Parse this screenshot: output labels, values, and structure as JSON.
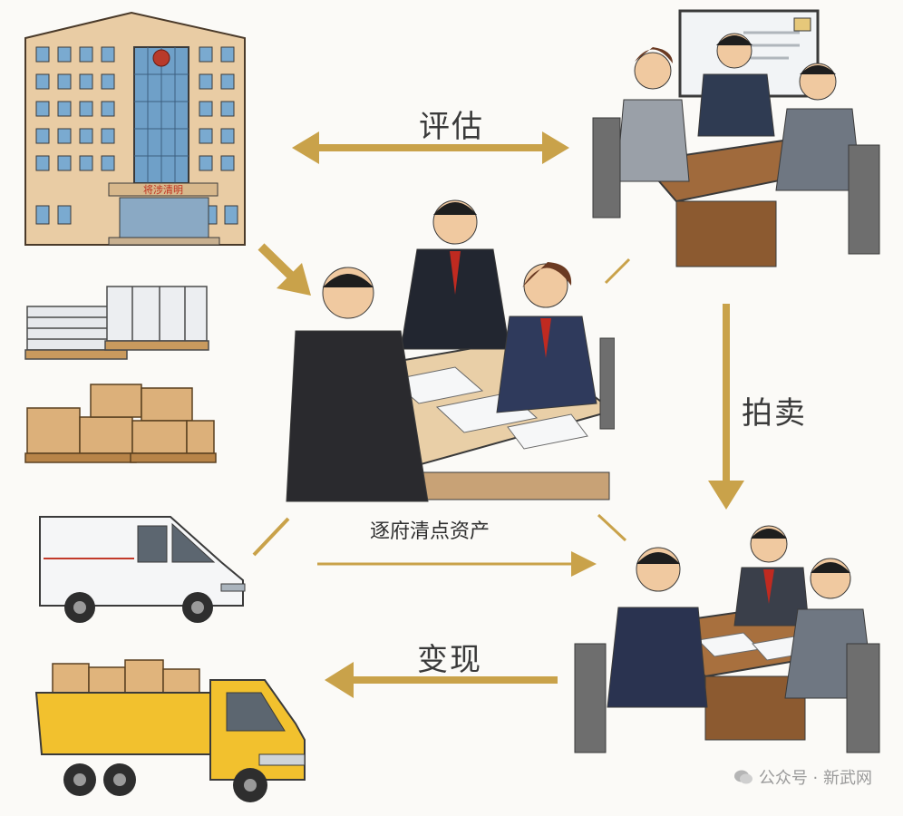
{
  "labels": {
    "assess": "评估",
    "auction": "拍卖",
    "inventory": "逐府清点资产",
    "liquidate": "变现"
  },
  "building_sign": "将涉清明",
  "watermark": {
    "text": "公众号 · 新武网",
    "icon": "wechat-icon"
  },
  "colors": {
    "arrow": "#c9a24a",
    "background": "#fbfaf7",
    "building": "#e8c9a0",
    "truck": "#f2c12e"
  }
}
